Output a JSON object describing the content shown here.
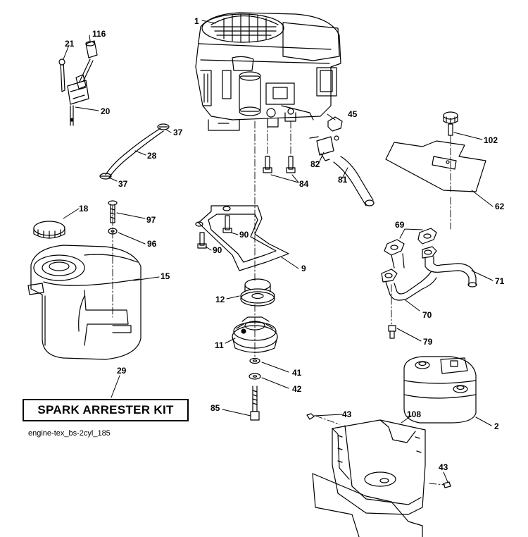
{
  "kit_label": "SPARK ARRESTER KIT",
  "caption": "engine-tex_bs-2cyl_185",
  "callouts": {
    "c1": "1",
    "c116": "116",
    "c21": "21",
    "c20": "20",
    "c37a": "37",
    "c28": "28",
    "c37b": "37",
    "c45": "45",
    "c82": "82",
    "c84": "84",
    "c81": "81",
    "c102": "102",
    "c62": "62",
    "c18": "18",
    "c97": "97",
    "c96": "96",
    "c15": "15",
    "c90a": "90",
    "c90b": "90",
    "c9": "9",
    "c69": "69",
    "c71": "71",
    "c12": "12",
    "c70": "70",
    "c11": "11",
    "c79": "79",
    "c41": "41",
    "c42": "42",
    "c29": "29",
    "c85": "85",
    "c43a": "43",
    "c108": "108",
    "c2": "2",
    "c43b": "43"
  }
}
